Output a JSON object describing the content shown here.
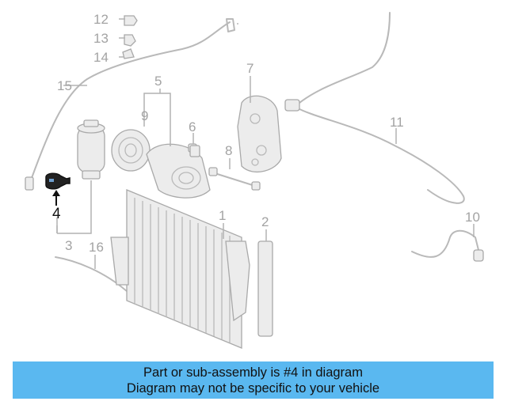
{
  "diagram": {
    "callouts": {
      "c1": "1",
      "c2": "2",
      "c3": "3",
      "c4": "4",
      "c5": "5",
      "c6": "6",
      "c7": "7",
      "c8": "8",
      "c9": "9",
      "c10": "10",
      "c11": "11",
      "c12": "12",
      "c13": "13",
      "c14": "14",
      "c15": "15",
      "c16": "16"
    },
    "highlighted_part": "4",
    "colors": {
      "highlight": "#111111",
      "parts": "#b9b9b9",
      "banner": "#5ab8f0"
    }
  },
  "banner": {
    "line1": "Part or sub-assembly is #4 in diagram",
    "line2": "Diagram may not be specific to your vehicle"
  }
}
